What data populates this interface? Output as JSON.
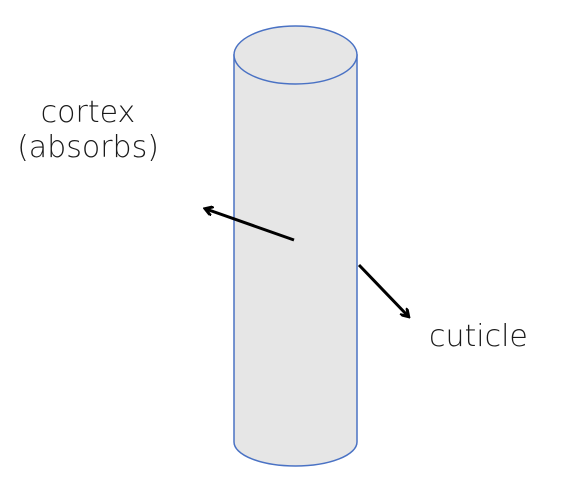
{
  "labels": {
    "cortex": {
      "line1": "cortex",
      "line2": "(absorbs)"
    },
    "cuticle": "cuticle"
  },
  "colors": {
    "cylinder_fill": "#e6e6e6",
    "cylinder_outline": "#4a72c4",
    "arrow": "#000000",
    "text": "#1a1a1a"
  }
}
